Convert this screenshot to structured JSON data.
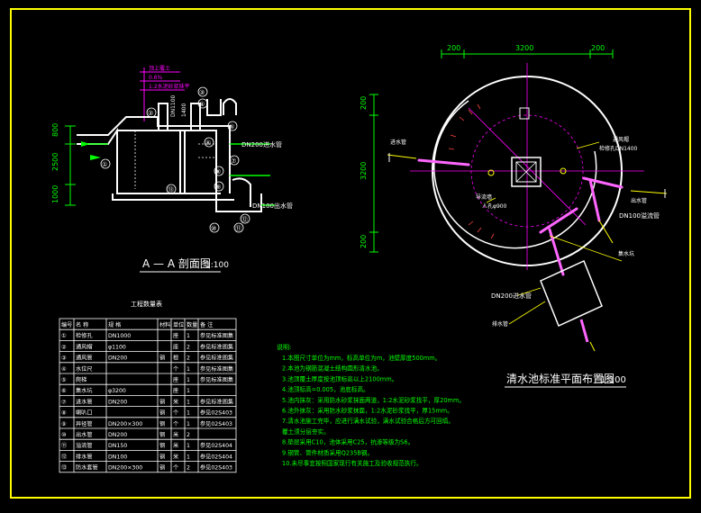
{
  "section_view": {
    "title": "A — A 剖面图",
    "scale": "1:100",
    "dims_left": [
      "800",
      "2500",
      "1000"
    ],
    "labels_top": [
      "顶上覆土",
      "0.6%",
      "1:2水泥砂浆抹平"
    ],
    "pipe_dims": [
      "DN1100",
      "1400"
    ],
    "pipe_labels": [
      "DN200进水管",
      "DN100出水管"
    ],
    "balloons": [
      "①",
      "②",
      "③",
      "④",
      "⑤",
      "⑥",
      "⑦",
      "⑧",
      "⑨",
      "⑩",
      "⑪",
      "⑫",
      "⑬"
    ]
  },
  "plan_view": {
    "title": "清水池标准平面布置图",
    "scale": "1:100",
    "dims_top": [
      "200",
      "3200",
      "200"
    ],
    "dims_left": [
      "200",
      "3200",
      "200"
    ],
    "labels": [
      "进水管",
      "出水管",
      "通风帽",
      "检修孔DN1400",
      "导流墙",
      "DN100溢流管",
      "DN200进水管",
      "排水管",
      "集水坑",
      "人孔φ900"
    ]
  },
  "materials_table": {
    "title": "工程数量表",
    "headers": [
      "编号",
      "名 称",
      "规 格",
      "材料",
      "单位",
      "数量",
      "备 注"
    ],
    "rows": [
      [
        "①",
        "检修孔",
        "DN1000",
        "",
        "座",
        "1",
        "参见标准图集"
      ],
      [
        "②",
        "通风帽",
        "φ1100",
        "",
        "座",
        "2",
        "参见标准图集"
      ],
      [
        "③",
        "通风管",
        "DN200",
        "钢",
        "根",
        "2",
        "参见标准图集"
      ],
      [
        "④",
        "水位尺",
        "",
        "",
        "个",
        "1",
        "参见标准图集"
      ],
      [
        "⑤",
        "爬梯",
        "",
        "",
        "座",
        "1",
        "参见标准图集"
      ],
      [
        "⑥",
        "集水坑",
        "φ3200",
        "",
        "座",
        "1",
        ""
      ],
      [
        "⑦",
        "进水管",
        "DN200",
        "钢",
        "米",
        "1",
        "参见标准图集"
      ],
      [
        "⑧",
        "喇叭口",
        "",
        "钢",
        "个",
        "1",
        "参见02S403"
      ],
      [
        "⑨",
        "异径管",
        "DN200×300",
        "钢",
        "个",
        "1",
        "参见02S403"
      ],
      [
        "⑩",
        "出水管",
        "DN200",
        "钢",
        "米",
        "2",
        ""
      ],
      [
        "⑪",
        "溢流管",
        "DN150",
        "钢",
        "米",
        "1",
        "参见02S404"
      ],
      [
        "⑫",
        "排水管",
        "DN100",
        "钢",
        "米",
        "1",
        "参见02S404"
      ],
      [
        "⑬",
        "防水套管",
        "DN200×300",
        "钢",
        "个",
        "2",
        "参见02S403"
      ]
    ]
  },
  "notes": {
    "heading": "说明:",
    "items": [
      "1.本图尺寸单位为mm，标高单位为m，池壁厚度500mm。",
      "2.本池为钢筋混凝土结构圆形清水池。",
      "3.池顶覆土厚度按池顶标高以上2100mm。",
      "4.池顶标高=0.005，池底标高。",
      "5.池内抹灰：采用防水砂浆抹面两道，1:2水泥砂浆找平，厚20mm。",
      "6.池外抹灰：采用防水砂浆抹面，1:2水泥砂浆找平，厚15mm。",
      "7.清水池施工完毕，应进行满水试验，满水试验合格后方可回填。",
      "  覆土须分层夯实。",
      "8.垫层采用C10，池体采用C25，抗渗等级为S6。",
      "9.钢管、管件材质采用Q235B钢。",
      "10.未尽事宜按照国家现行有关施工及验收规范执行。"
    ]
  }
}
